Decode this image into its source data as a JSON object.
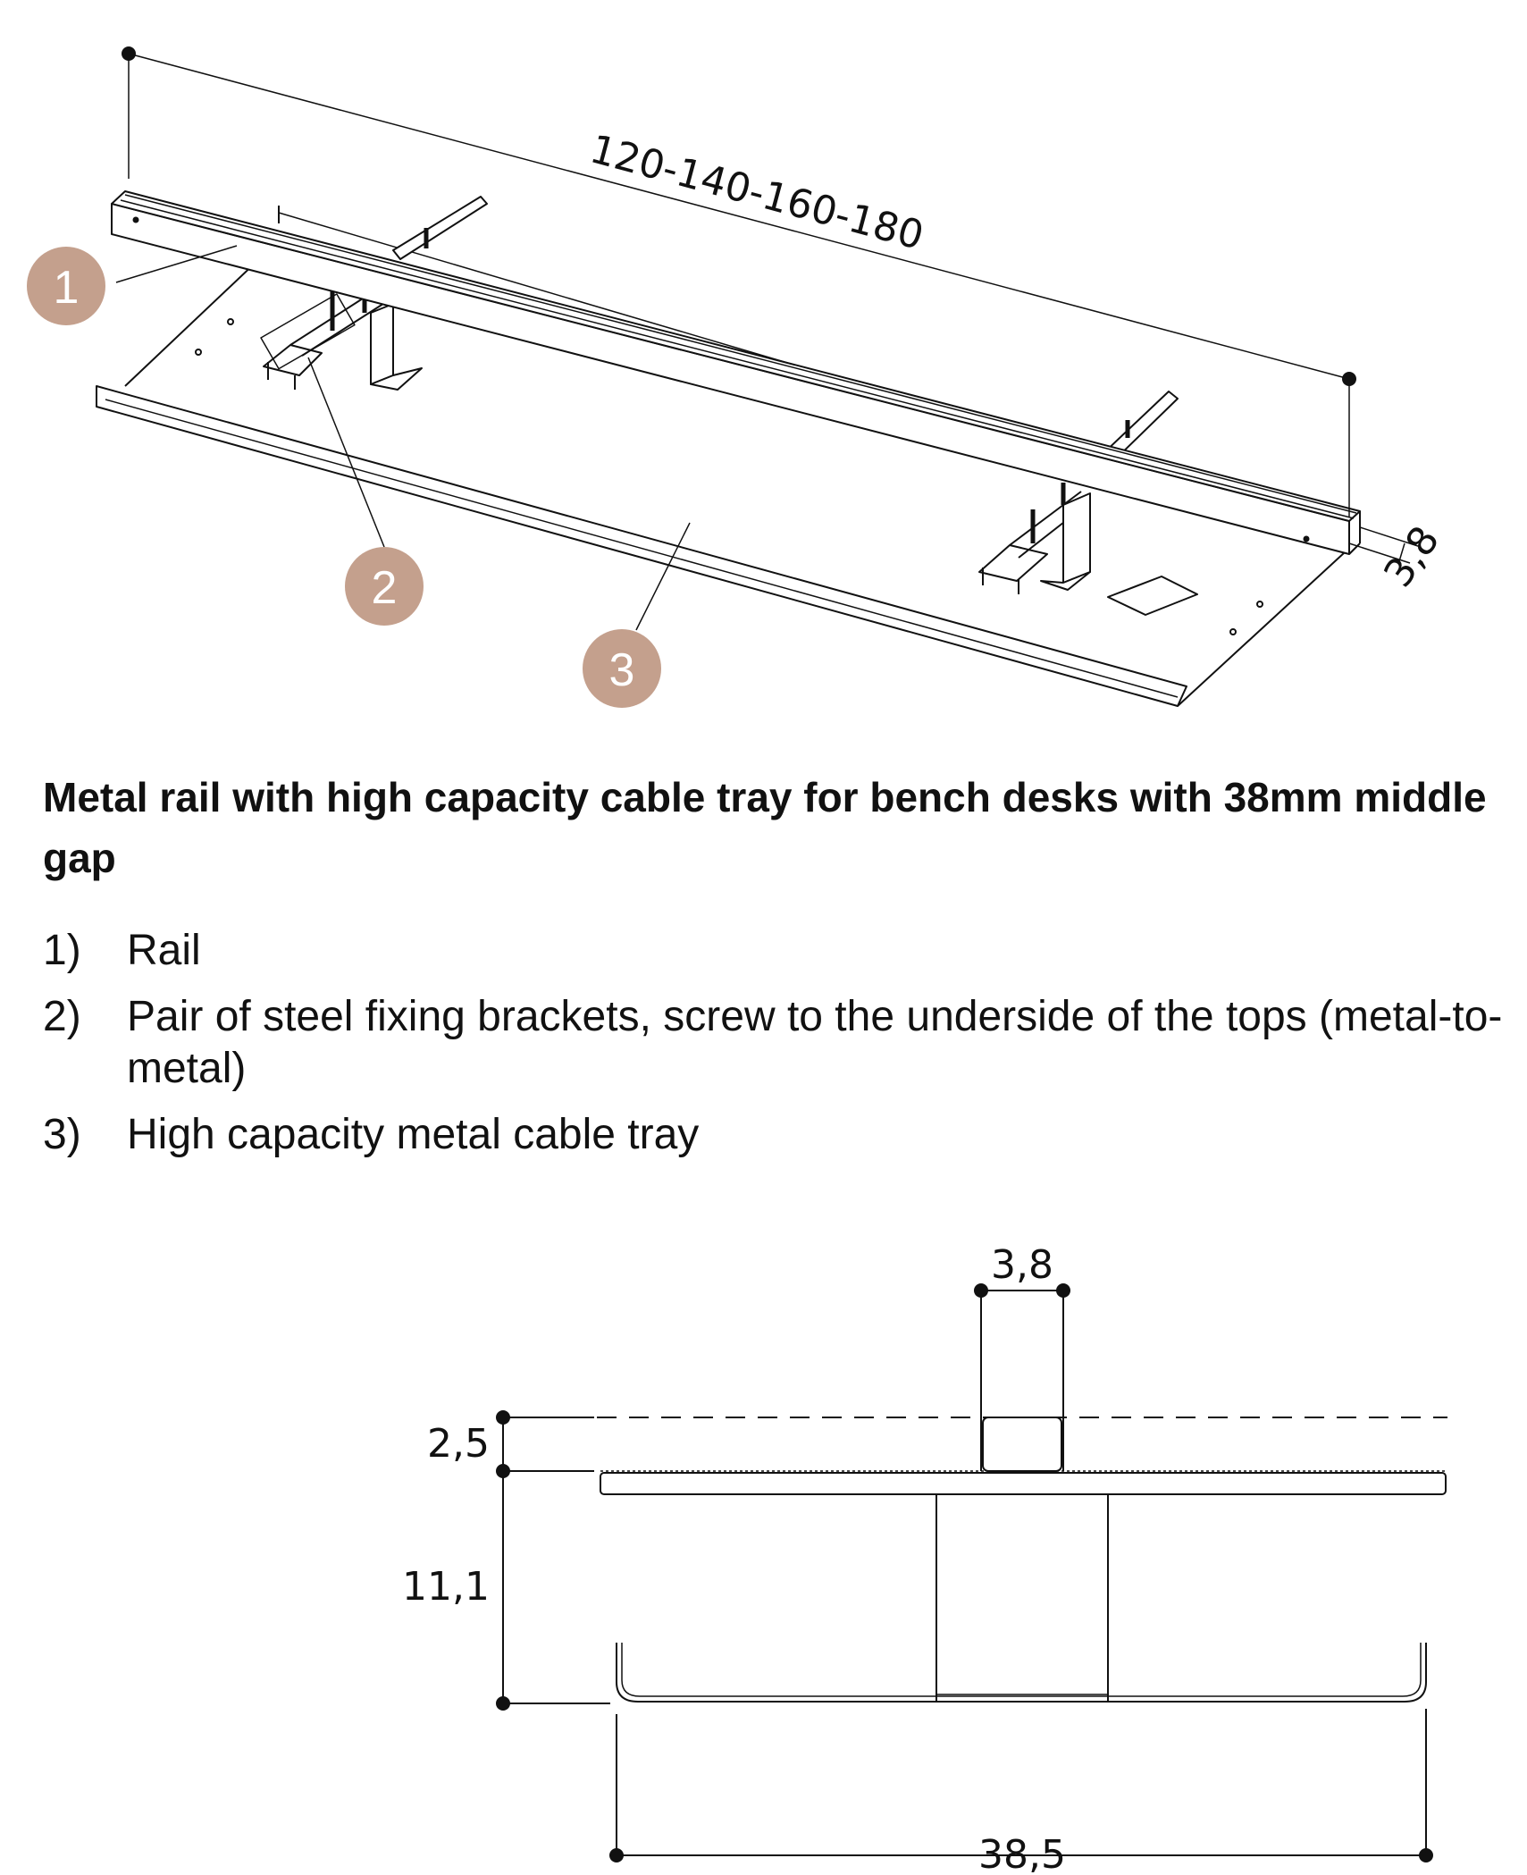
{
  "iso_view": {
    "length_dimension": "120-140-160-180",
    "gap_dimension": "3,8",
    "callouts": [
      "1",
      "2",
      "3"
    ]
  },
  "heading": "Metal rail with high capacity cable tray for bench desks with 38mm middle gap",
  "parts": [
    {
      "num": "1)",
      "text": "Rail"
    },
    {
      "num": "2)",
      "text": "Pair of steel fixing brackets, screw to the underside of the tops (metal-to-metal)"
    },
    {
      "num": "3)",
      "text": "High capacity metal cable tray"
    }
  ],
  "section_view": {
    "gap_width": "3,8",
    "top_thickness": "2,5",
    "tray_height": "11,1",
    "tray_width": "38,5"
  },
  "colors": {
    "callout": "#c4a08d",
    "line": "#111111"
  }
}
